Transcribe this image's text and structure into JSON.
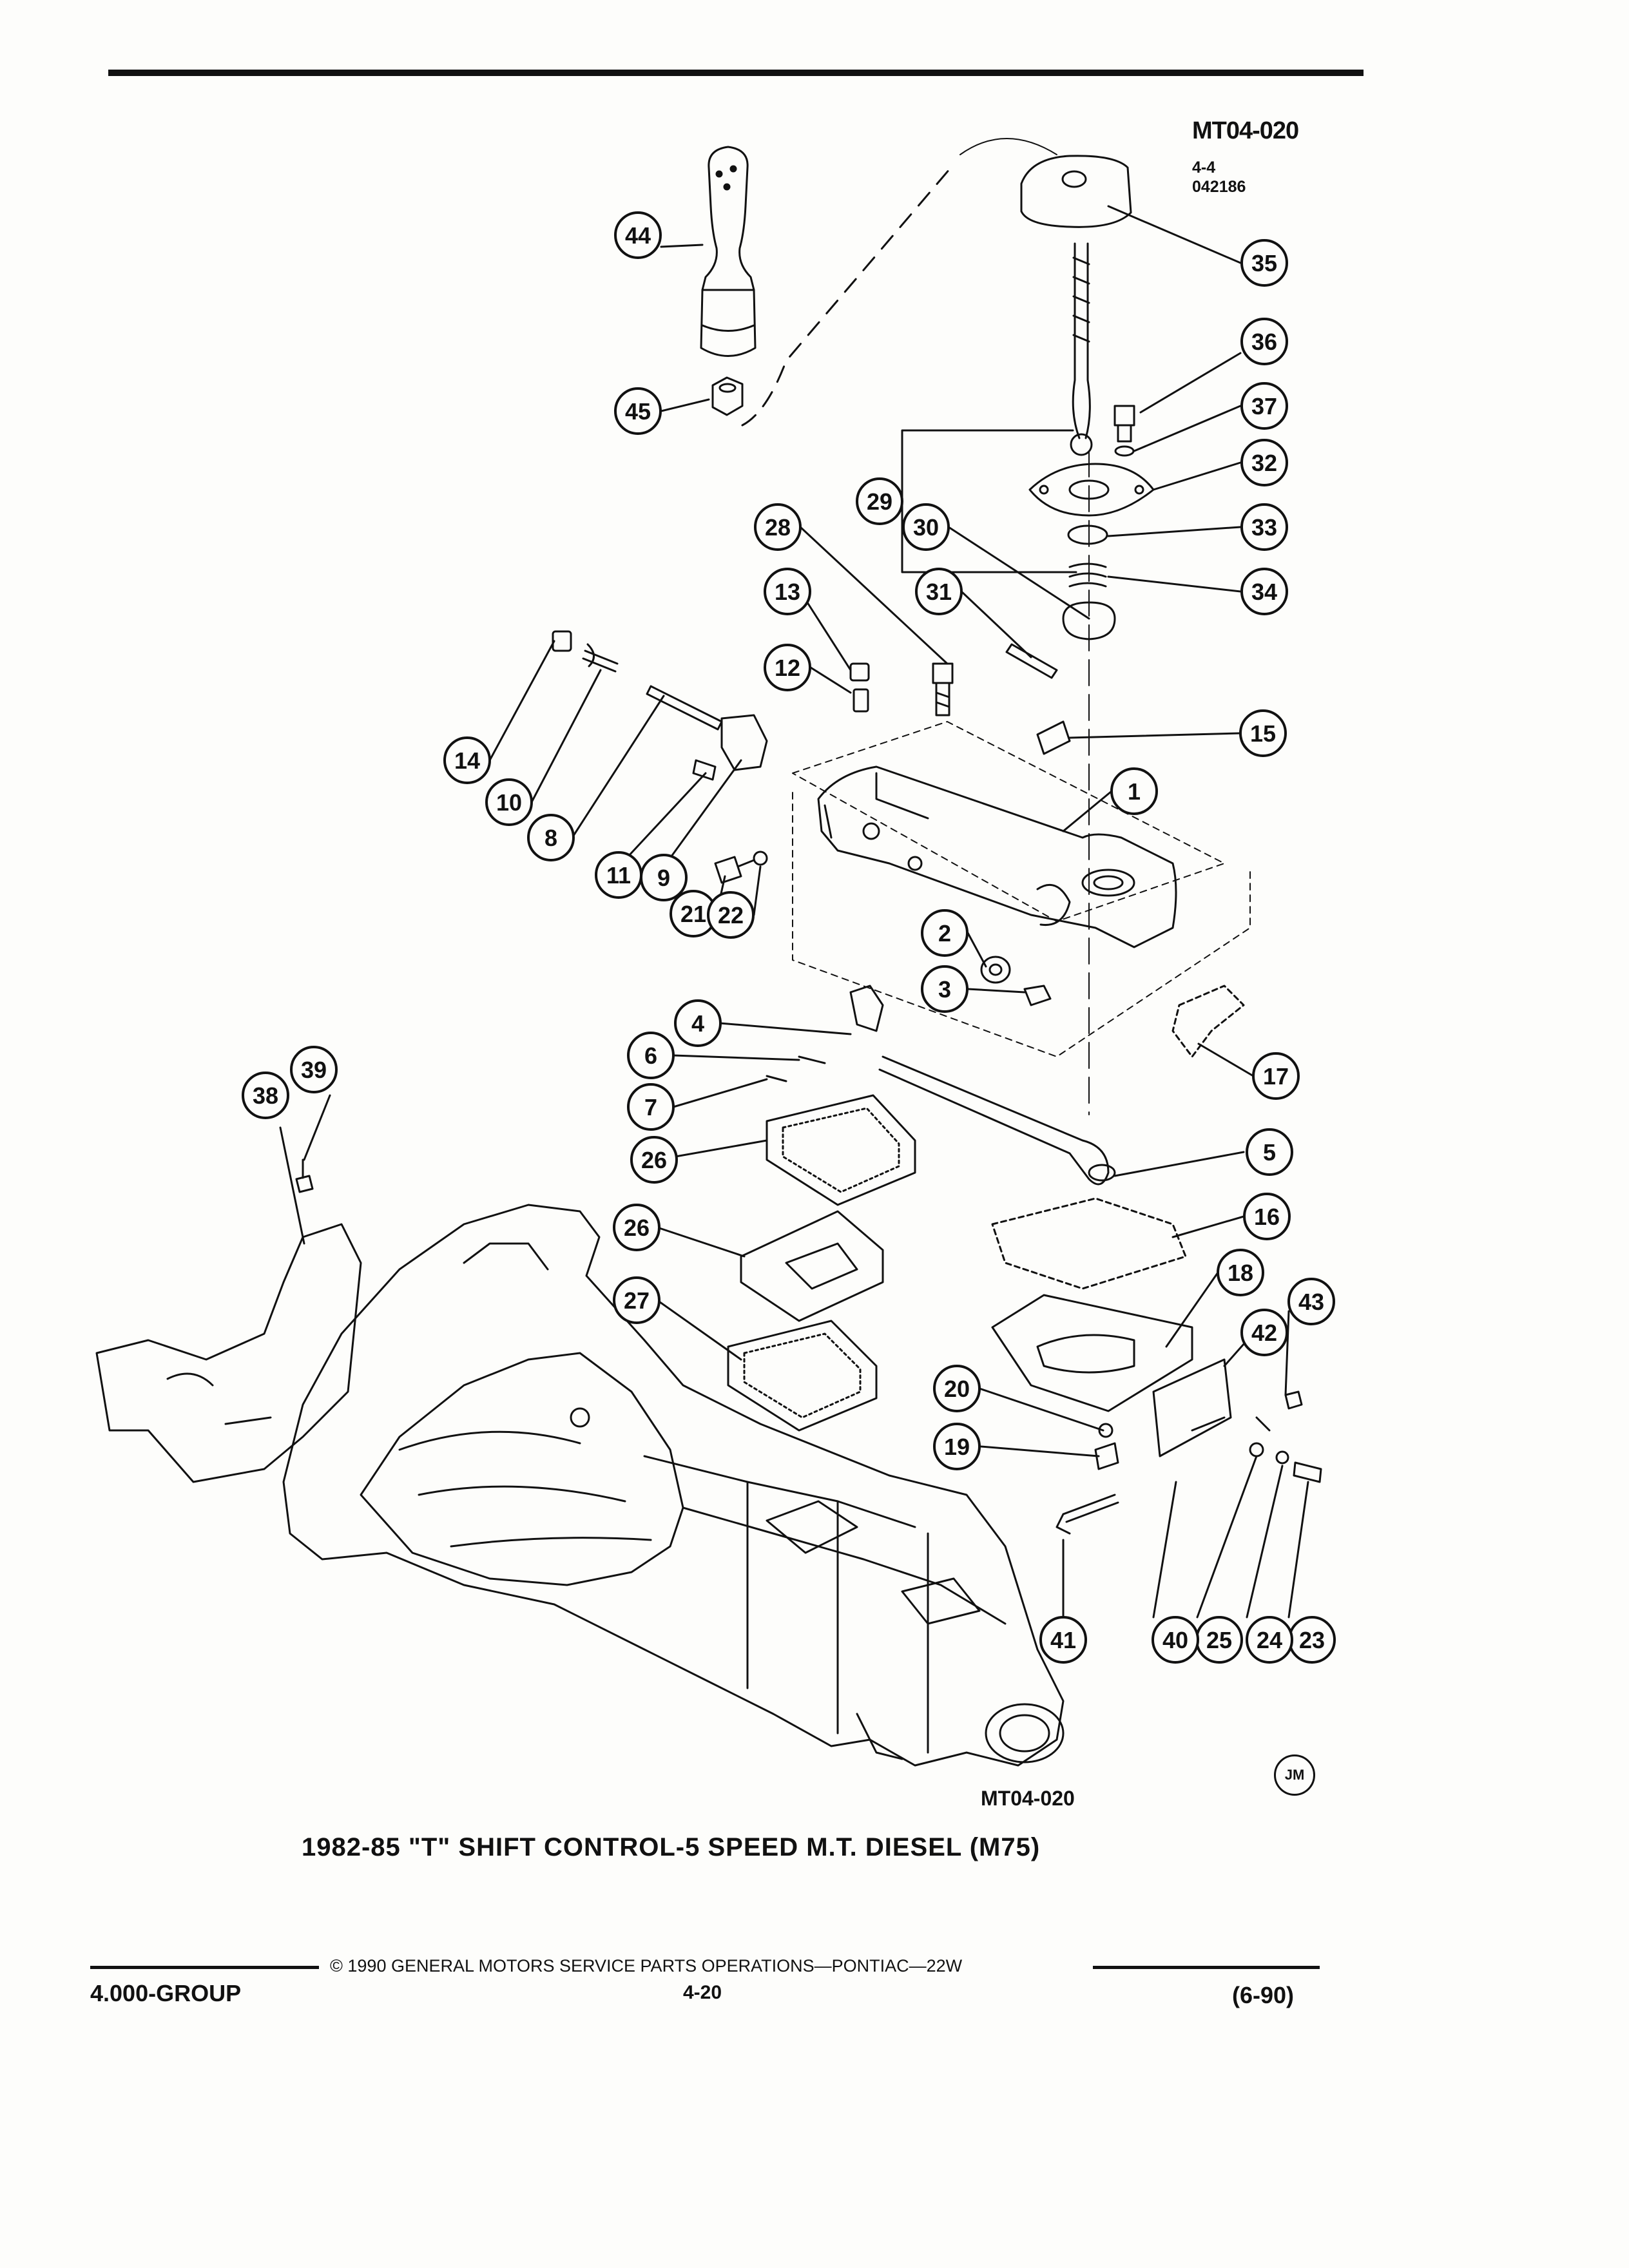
{
  "header": {
    "ref_code": "MT04-020",
    "ref_sub": "4-4",
    "ref_date": "042186"
  },
  "figure": {
    "ref_code_bottom": "MT04-020",
    "artist_badge": "JM",
    "title": "1982-85 \"T\" SHIFT CONTROL-5 SPEED M.T. DIESEL (M75)"
  },
  "callouts": [
    "1",
    "2",
    "3",
    "4",
    "5",
    "6",
    "7",
    "8",
    "9",
    "10",
    "11",
    "12",
    "13",
    "14",
    "15",
    "16",
    "17",
    "18",
    "19",
    "20",
    "21",
    "22",
    "23",
    "24",
    "25",
    "26",
    "26",
    "27",
    "28",
    "29",
    "30",
    "31",
    "32",
    "33",
    "34",
    "35",
    "36",
    "37",
    "38",
    "39",
    "40",
    "41",
    "42",
    "43",
    "44",
    "45"
  ],
  "footer": {
    "copyright": "© 1990 GENERAL MOTORS SERVICE PARTS OPERATIONS—PONTIAC—22W",
    "group": "4.000-GROUP",
    "page": "4-20",
    "revision": "(6-90)"
  }
}
